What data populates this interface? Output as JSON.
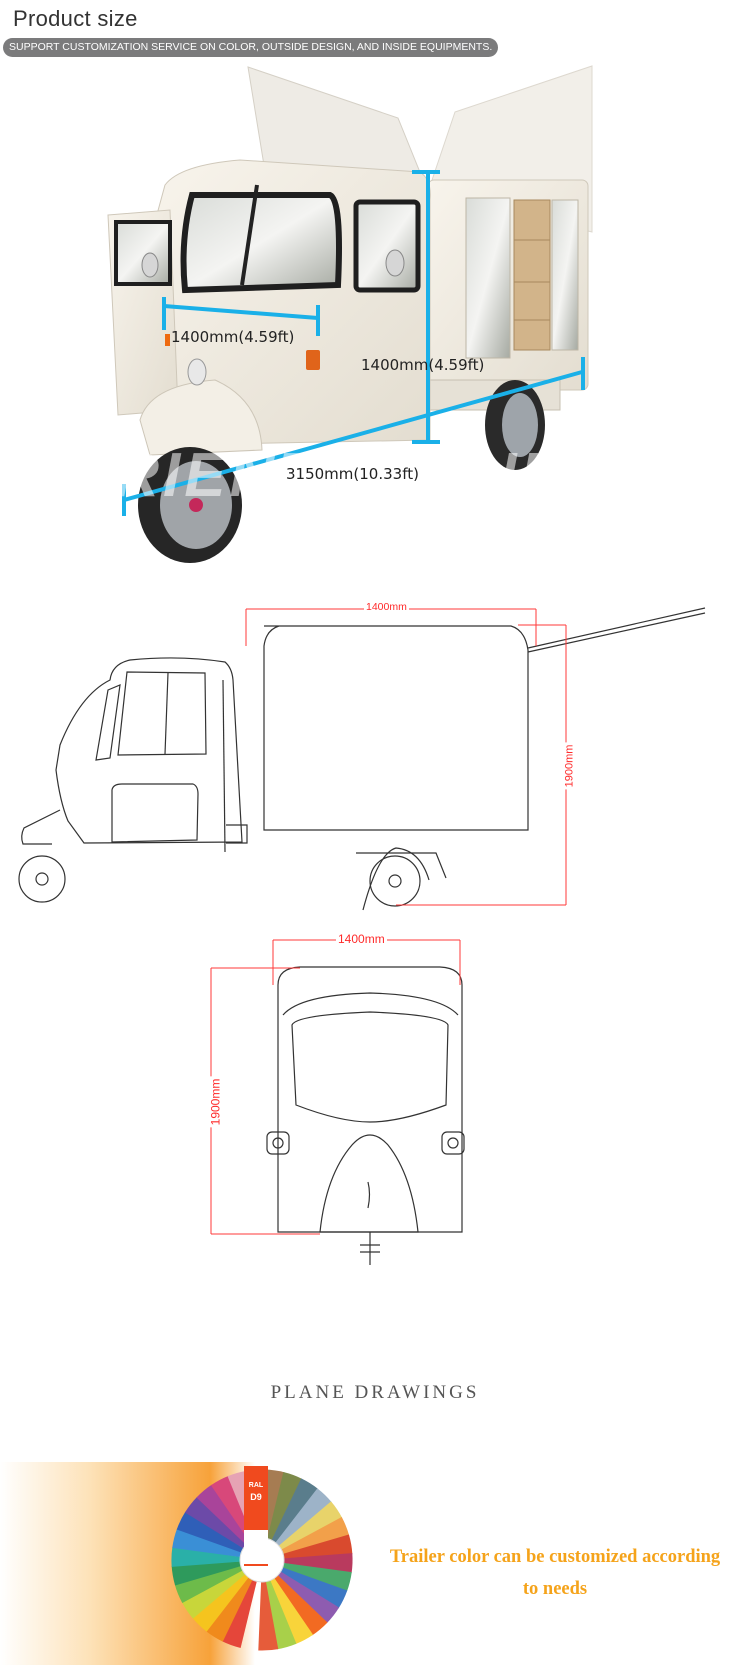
{
  "header": {
    "title": "Product size",
    "subtitle": "SUPPORT CUSTOMIZATION SERVICE ON COLOR, OUTSIDE DESIGN, AND INSIDE EQUIPMENTS."
  },
  "photo": {
    "dimensions": {
      "front_width": "1400mm(4.59ft)",
      "height": "1400mm(4.59ft)",
      "length": "3150mm(10.33ft)"
    },
    "watermark": "ORIENTAL SHUAI",
    "dimension_line_color": "#1ab0e8"
  },
  "side_drawing": {
    "width_label": "1400mm",
    "height_label": "1900mm",
    "dimension_color": "#ff2a2a"
  },
  "front_drawing": {
    "width_label": "1400mm",
    "height_label": "1900mm"
  },
  "caption": "PLANE DRAWINGS",
  "color_banner": {
    "swatch_card": {
      "brand": "RAL",
      "code": "D9"
    },
    "text_line1": "Trailer color can be customized according",
    "text_line2": "to needs",
    "text_color": "#f5a31a"
  }
}
